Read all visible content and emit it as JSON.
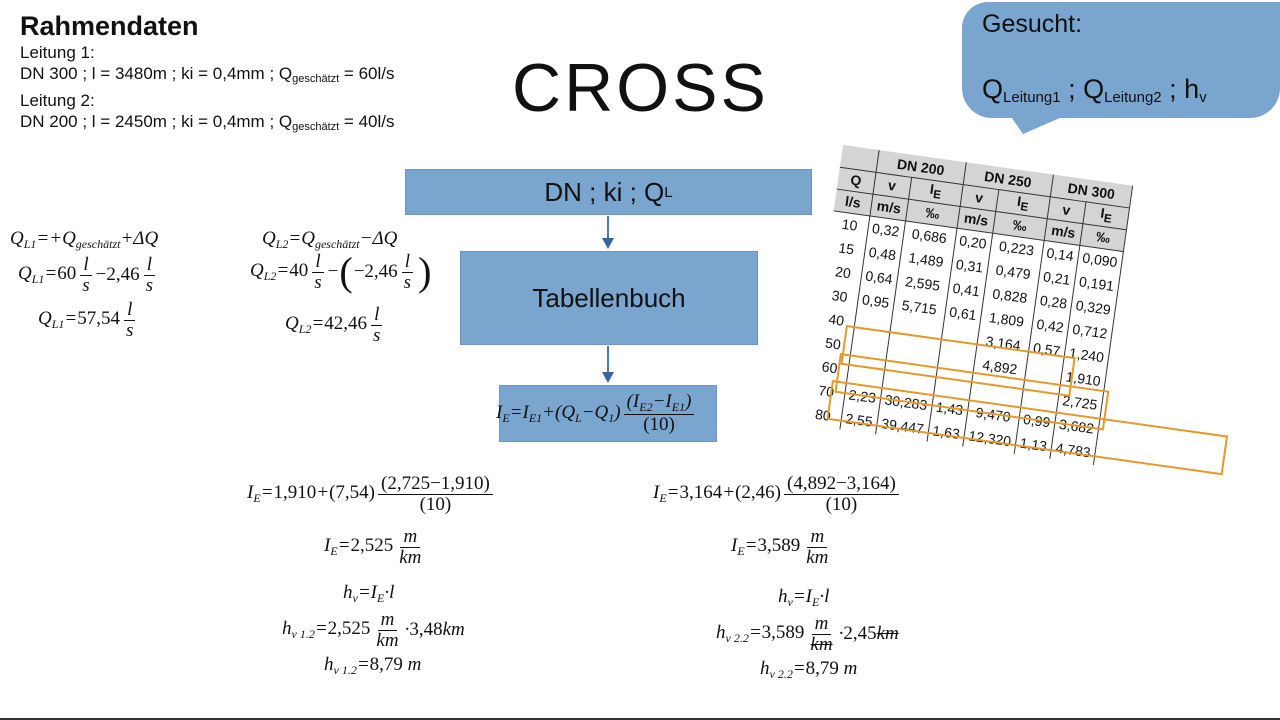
{
  "rahmendaten": {
    "title": "Rahmendaten",
    "leitung1_label": "Leitung 1:",
    "leitung1_prefix": "DN 300 ; l = 3480m ; ki = 0,4mm ; Q",
    "leitung1_sub": "geschätzt",
    "leitung1_suffix": " = 60l/s",
    "leitung2_label": "Leitung 2:",
    "leitung2_prefix": "DN 200 ; l = 2450m ; ki = 0,4mm ; Q",
    "leitung2_sub": "geschätzt",
    "leitung2_suffix": " = 40l/s"
  },
  "main_title": "CROSS",
  "gesucht": {
    "label": "Gesucht:",
    "q1": "Q",
    "q1_sub": "Leitung1",
    "sep1": " ; Q",
    "q2_sub": "Leitung2",
    "sep2": " ; h",
    "h_sub": "v"
  },
  "flow": {
    "box1_main": "DN ; ki ; Q",
    "box1_sub": "L",
    "box2": "Tabellenbuch"
  },
  "eq_left": {
    "l1": "Q_L1 = + Q_geschätzt + ΔQ",
    "l1_val": "60",
    "l1_minus": "−2,46",
    "l1_result": "57,54"
  },
  "eq_mid": {
    "val": "40",
    "inner": "−2,46",
    "result": "42,46"
  },
  "calc_left": {
    "ie_base": "1,910",
    "dq": "7,54",
    "num": "2,725−1,910",
    "den": "(10)",
    "ie_result": "2,525",
    "hv_val": "2,525",
    "length": "3,48",
    "hv_result": "8,79"
  },
  "calc_right": {
    "ie_base": "3,164",
    "dq": "2,46",
    "num": "4,892−3,164",
    "den": "(10)",
    "ie_result": "3,589",
    "hv_val": "3,589",
    "length": "2,45",
    "hv_result": "8,79"
  },
  "table": {
    "groups": [
      "DN 200",
      "DN 250",
      "DN 300"
    ],
    "head_q": "Q",
    "head_v": "v",
    "head_ie": "I",
    "head_ie_sub": "E",
    "unit_q": "l/s",
    "unit_v": "m/s",
    "unit_ie": "‰",
    "rows": [
      [
        "10",
        "0,32",
        "0,686",
        "0,20",
        "0,223",
        "0,14",
        "0,090"
      ],
      [
        "15",
        "0,48",
        "1,489",
        "0,31",
        "0,479",
        "0,21",
        "0,191"
      ],
      [
        "20",
        "0,64",
        "2,595",
        "0,41",
        "0,828",
        "0,28",
        "0,329"
      ],
      [
        "30",
        "0,95",
        "5,715",
        "0,61",
        "1,809",
        "0,42",
        "0,712"
      ],
      [
        "40",
        "",
        "",
        "",
        "3,164",
        "0,57",
        "1,240"
      ],
      [
        "50",
        "",
        "",
        "",
        "4,892",
        "",
        "1,910"
      ],
      [
        "60",
        "",
        "",
        "",
        "",
        "",
        "2,725"
      ],
      [
        "70",
        "2,23",
        "30,283",
        "1,43",
        "9,470",
        "0,99",
        "3,682"
      ],
      [
        "80",
        "2,55",
        "39,447",
        "1,63",
        "12,320",
        "1,13",
        "4,783"
      ]
    ]
  }
}
